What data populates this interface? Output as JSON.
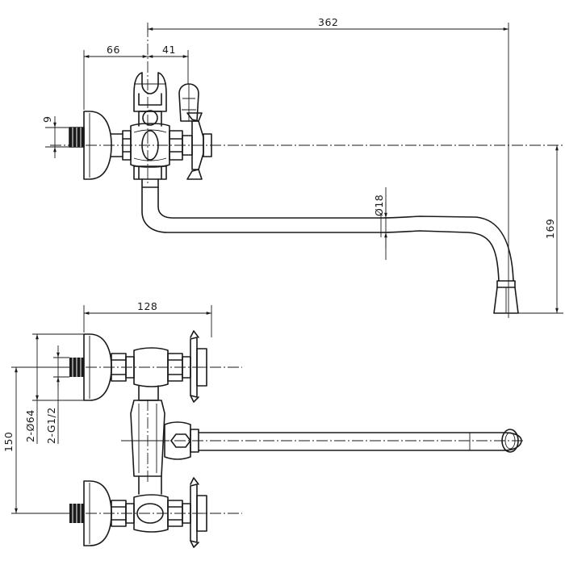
{
  "drawing": {
    "dimensions": {
      "spout_reach": "362",
      "left_offset": "66",
      "handle_offset": "41",
      "nut_height": "9",
      "pipe_diameter": "Ø18",
      "spout_height": "169",
      "body_width": "128",
      "inlet_spacing": "150",
      "flange_diameter": "2-Ø64",
      "thread": "2-G1/2"
    }
  }
}
